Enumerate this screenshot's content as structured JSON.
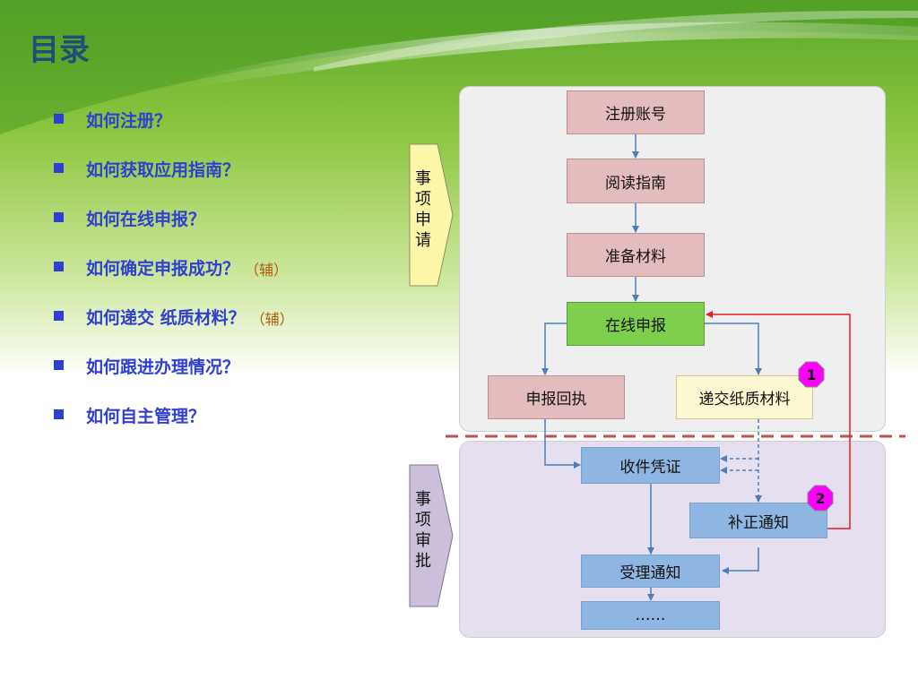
{
  "title": "目录",
  "menu": [
    {
      "label": "如何注册？",
      "aux": ""
    },
    {
      "label": "如何获取应用指南？",
      "aux": ""
    },
    {
      "label": "如何在线申报？",
      "aux": ""
    },
    {
      "label": "如何确定申报成功？",
      "aux": "（辅）"
    },
    {
      "label": "如何递交 纸质材料？",
      "aux": "（辅）"
    },
    {
      "label": "如何跟进办理情况？",
      "aux": ""
    },
    {
      "label": "如何自主管理？",
      "aux": ""
    }
  ],
  "stages": {
    "apply": {
      "label": "事项申请",
      "fill": "#fcf6a8"
    },
    "review": {
      "label": "事项审批",
      "fill": "#cbbfdb"
    }
  },
  "steps": {
    "register": "注册账号",
    "read_guide": "阅读指南",
    "prepare": "准备材料",
    "online_apply": "在线申报",
    "receipt": "申报回执",
    "submit_paper": "递交纸质材料",
    "collect_proof": "收件凭证",
    "correction_notice": "补正通知",
    "accept_notice": "受理通知",
    "more": "……"
  },
  "badges": {
    "one": "1",
    "two": "2"
  },
  "colors": {
    "title": "#1f4e79",
    "menu_text": "#2f3fd1",
    "aux_text": "#b05a10",
    "arrow": "#4a7ebb",
    "return_arrow": "#e02020",
    "divider": "#c0504d",
    "badge_fill": "#ff00ff"
  }
}
